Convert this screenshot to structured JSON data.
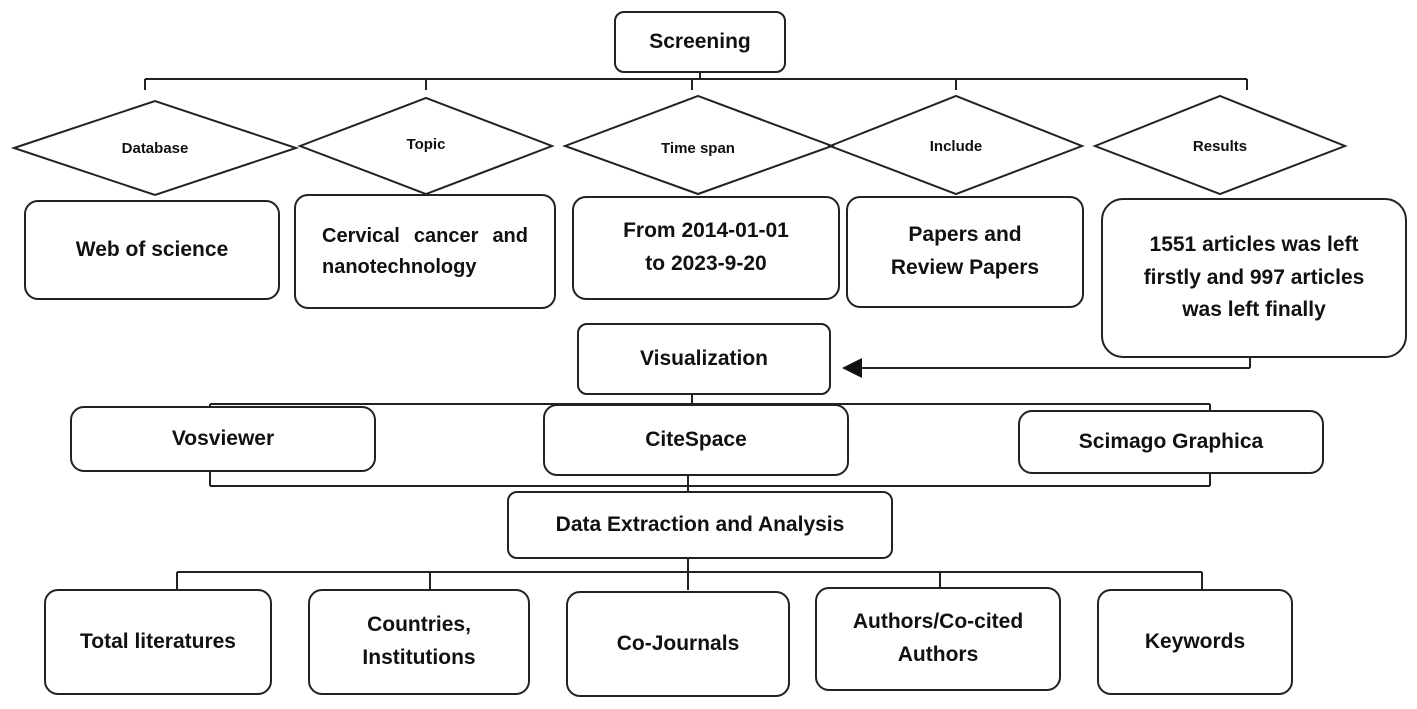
{
  "top": {
    "screening": "Screening"
  },
  "criteria": [
    {
      "label": "Database",
      "value": "Web of science"
    },
    {
      "label": "Topic",
      "value": "Cervical cancer and nanotechnology"
    },
    {
      "label": "Time span",
      "value": "From 2014-01-01 to 2023-9-20"
    },
    {
      "label": "Include",
      "value": "Papers and Review Papers"
    },
    {
      "label": "Results",
      "value": "1551 articles was left firstly and 997 articles was left finally"
    }
  ],
  "visualization": {
    "label": "Visualization",
    "tools": [
      "Vosviewer",
      "CiteSpace",
      "Scimago Graphica"
    ]
  },
  "analysis": {
    "label": "Data Extraction and Analysis",
    "items": [
      "Total literatures",
      "Countries, Institutions",
      "Co-Journals",
      "Authors/Co-cited Authors",
      "Keywords"
    ]
  }
}
